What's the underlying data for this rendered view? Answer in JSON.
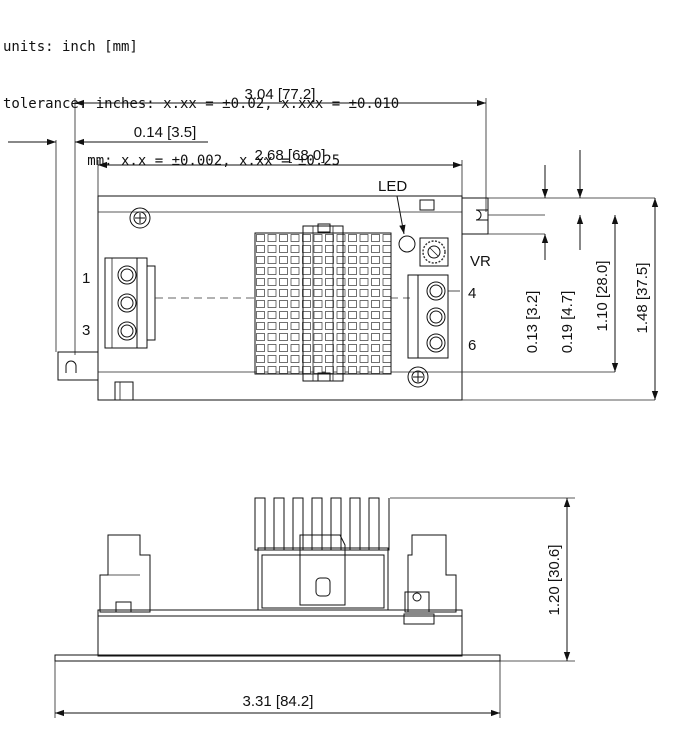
{
  "header": {
    "units": "units: inch [mm]",
    "tol_inches": "tolerance: inches: x.xx = ±0.02, x.xxx = ±0.010",
    "tol_mm": "          mm: x.x = ±0.002, x.xx = ±0.25"
  },
  "top_view": {
    "dim_overall_width": "3.04 [77.2]",
    "dim_offset": "0.14 [3.5]",
    "dim_body_width": "2.68 [68.0]",
    "led_label": "LED",
    "vr_label": "VR",
    "pin_1": "1",
    "pin_3": "3",
    "pin_4": "4",
    "pin_6": "6",
    "dim_v1": "0.13 [3.2]",
    "dim_v2": "0.19 [4.7]",
    "dim_v3": "1.10 [28.0]",
    "dim_v4": "1.48 [37.5]"
  },
  "side_view": {
    "dim_height": "1.20 [30.6]",
    "dim_width": "3.31 [84.2]"
  }
}
